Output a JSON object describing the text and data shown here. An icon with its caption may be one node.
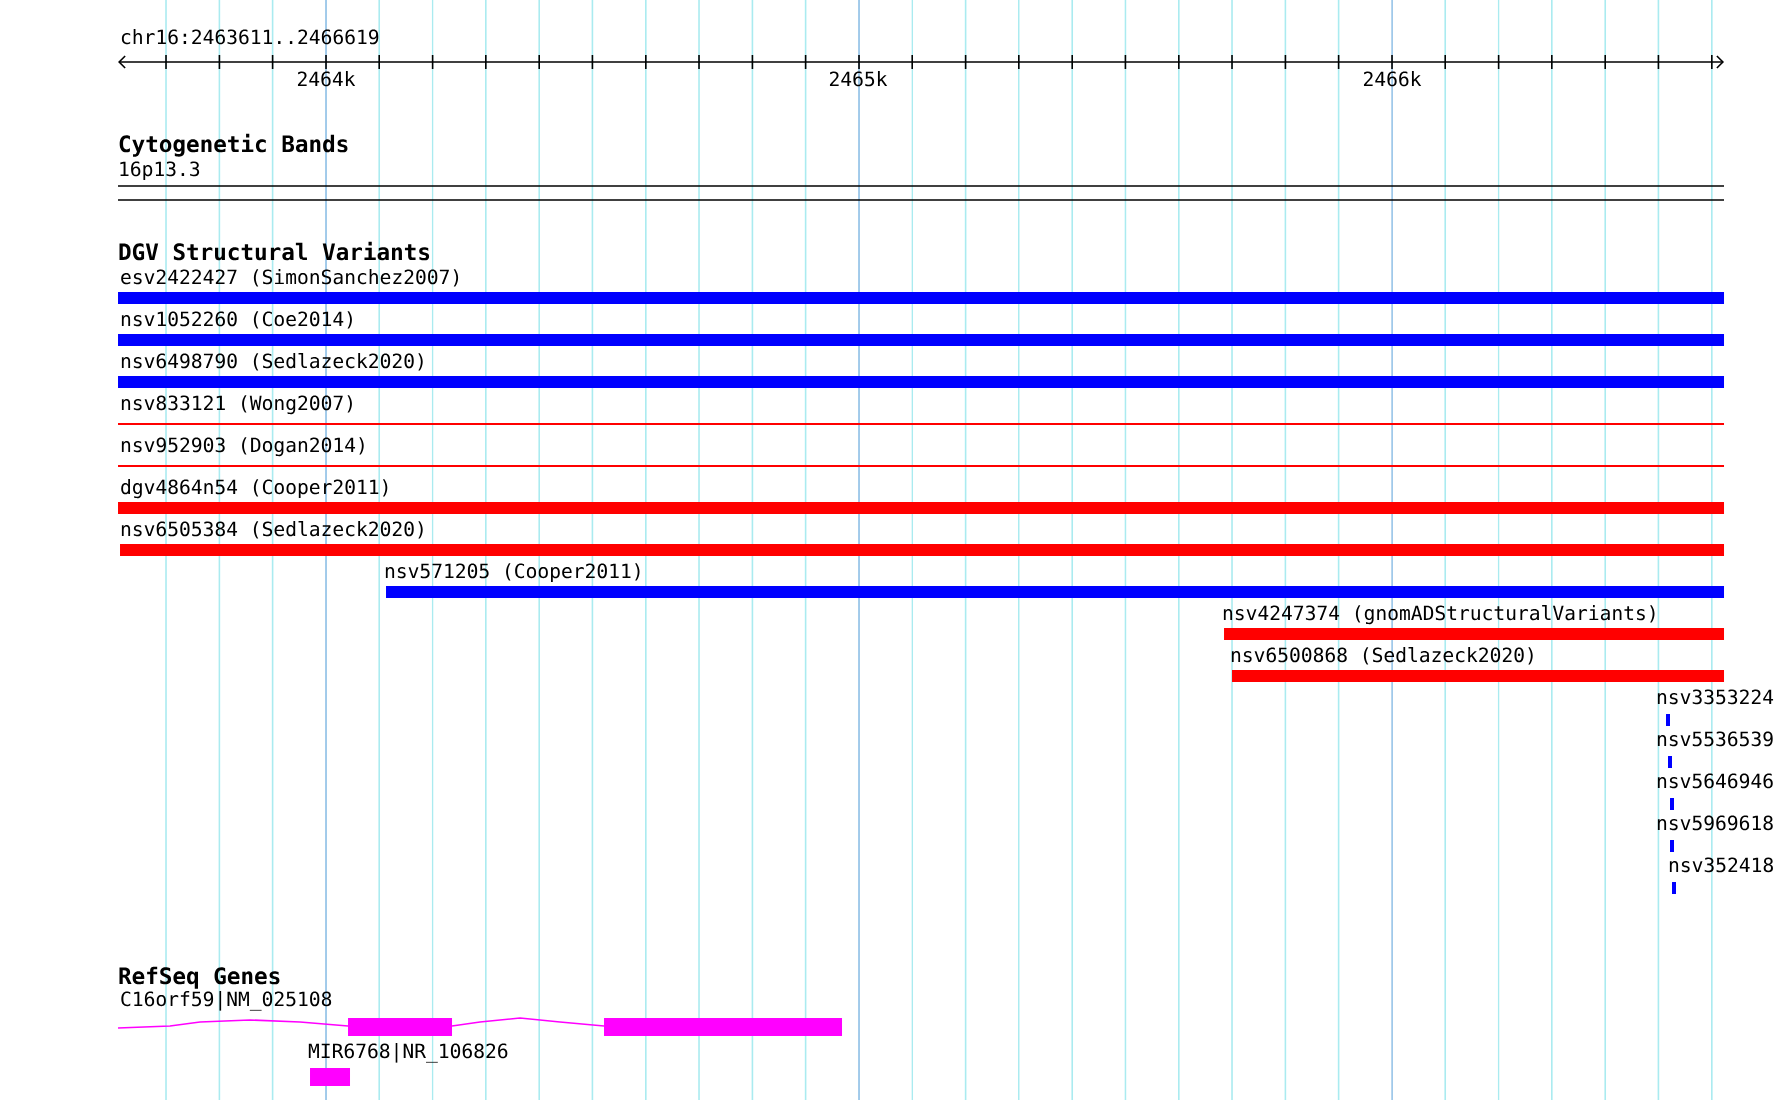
{
  "diagram": {
    "nodes": [
      {
        "text": [
          "16p13.3"
        ]
      },
      {
        "text": [
          "esv2422427 (SimonSanchez2007)"
        ]
      },
      {
        "text": [
          "nsv1052260 (Coe2014)"
        ]
      },
      {
        "text": [
          "nsv6498790 (Sedlazeck2020)"
        ]
      },
      {
        "text": [
          "nsv833121 (Wong2007)"
        ]
      },
      {
        "text": [
          "nsv952903 (Dogan2014)"
        ]
      },
      {
        "text": [
          "dgv4864n54 (Cooper2011)"
        ]
      },
      {
        "text": [
          "nsv6505384 (Sedlazeck2020)"
        ]
      },
      {
        "text": [
          "nsv571205 (Cooper2011)"
        ]
      },
      {
        "text": [
          "nsv4247374 (gnomADStructuralVariants)"
        ]
      },
      {
        "text": [
          "nsv6500868 (Sedlazeck2020)"
        ]
      },
      {
        "text": [
          "nsv3353224"
        ]
      },
      {
        "text": [
          "nsv5536539"
        ]
      },
      {
        "text": [
          "nsv5646946"
        ]
      },
      {
        "text": [
          "nsv5969618"
        ]
      },
      {
        "text": [
          "nsv352418"
        ]
      },
      {
        "text": [
          "C16orf59|NM_025108"
        ]
      },
      {
        "text": [
          "MIR6768|NR_106826"
        ]
      }
    ],
    "edges": [],
    "labels": [
      "chr16:2463611..2466619",
      "2464k",
      "2465k",
      "2466k",
      "Cytogenetic Bands",
      "DGV Structural Variants",
      "RefSeq Genes"
    ]
  }
}
